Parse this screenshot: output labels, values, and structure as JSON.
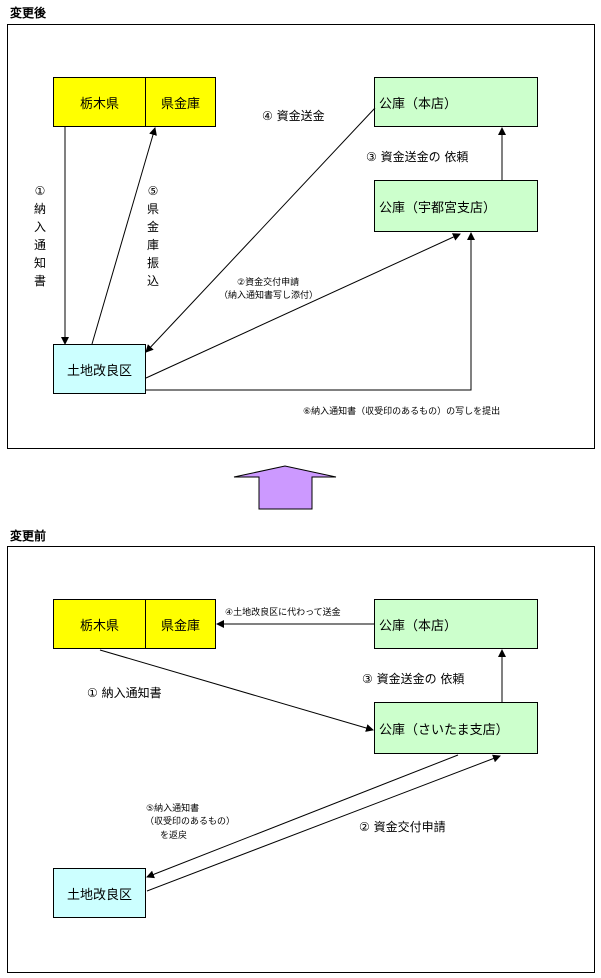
{
  "after": {
    "title": "変更後",
    "boxes": {
      "tochigi": "栃木県",
      "kenkinko": "県金庫",
      "koko_honten": "公庫（本店）",
      "koko_branch": "公庫（宇都宮支店）",
      "tochikairyo": "土地改良区"
    },
    "labels": {
      "step1_vertical": "①納入通知書",
      "step5_vertical": "⑤県金庫振込",
      "step4": "④ 資金送金",
      "step3": "③ 資金送金の 依頼",
      "step2_line1": "②資金交付申請",
      "step2_line2": "（納入通知書写し添付）",
      "step6": "⑥納入通知書（収受印のあるもの）の写しを提出"
    }
  },
  "arrow_icon": "up-arrow-icon",
  "arrow_color": "#cc99ff",
  "before": {
    "title": "変更前",
    "boxes": {
      "tochigi": "栃木県",
      "kenkinko": "県金庫",
      "koko_honten": "公庫（本店）",
      "koko_branch": "公庫（さいたま支店）",
      "tochikairyo": "土地改良区"
    },
    "labels": {
      "step4": "④土地改良区に代わって送金",
      "step3": "③ 資金送金の 依頼",
      "step1": "① 納入通知書",
      "step2": "② 資金交付申請",
      "step5_line1": "⑤納入通知書",
      "step5_line2": "（収受印のあるもの）",
      "step5_line3": "を返戻"
    }
  }
}
